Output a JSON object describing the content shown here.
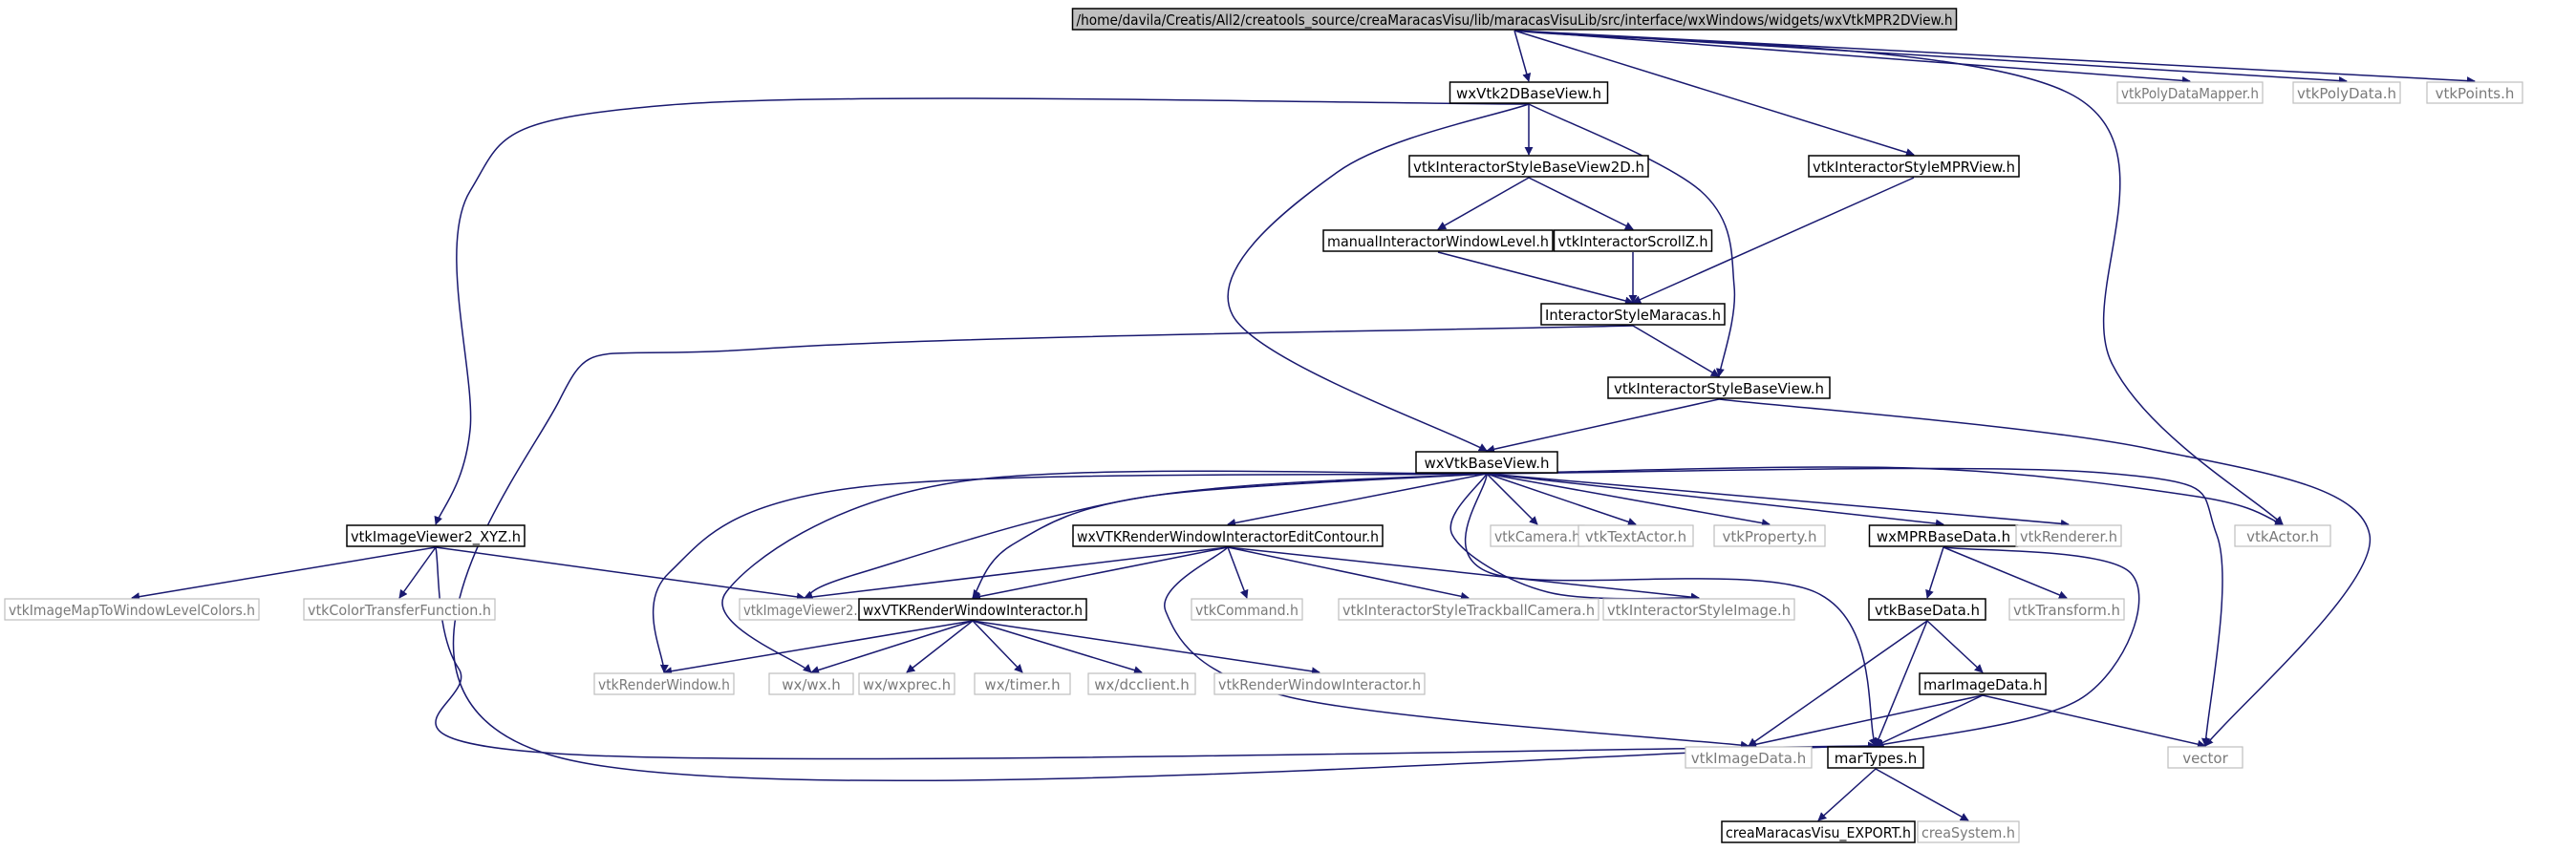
{
  "colors": {
    "edge": "#191970",
    "root_fill": "#bfbfbf",
    "ghost_border": "#bfbfbf",
    "ghost_text": "#7a7a7a"
  },
  "nodes": [
    {
      "id": "root",
      "label": "/home/davila/Creatis/All2/creatools_source/creaMaracasVisu/lib/maracasVisuLib/src/interface/wxWindows/widgets/wxVtkMPR2DView.h",
      "kind": "root"
    },
    {
      "id": "wxVtk2DBaseView",
      "label": "wxVtk2DBaseView.h",
      "kind": "solid"
    },
    {
      "id": "vtkPolyDataMapper",
      "label": "vtkPolyDataMapper.h",
      "kind": "ghost"
    },
    {
      "id": "vtkPolyData",
      "label": "vtkPolyData.h",
      "kind": "ghost"
    },
    {
      "id": "vtkPoints",
      "label": "vtkPoints.h",
      "kind": "ghost"
    },
    {
      "id": "vtkInteractorStyleBaseView2D",
      "label": "vtkInteractorStyleBaseView2D.h",
      "kind": "solid"
    },
    {
      "id": "vtkInteractorStyleMPRView",
      "label": "vtkInteractorStyleMPRView.h",
      "kind": "solid"
    },
    {
      "id": "manualInteractorWindowLevel",
      "label": "manualInteractorWindowLevel.h",
      "kind": "solid"
    },
    {
      "id": "vtkInteractorScrollZ",
      "label": "vtkInteractorScrollZ.h",
      "kind": "solid"
    },
    {
      "id": "InteractorStyleMaracas",
      "label": "InteractorStyleMaracas.h",
      "kind": "solid"
    },
    {
      "id": "vtkInteractorStyleBaseView",
      "label": "vtkInteractorStyleBaseView.h",
      "kind": "solid"
    },
    {
      "id": "wxVtkBaseView",
      "label": "wxVtkBaseView.h",
      "kind": "solid"
    },
    {
      "id": "vtkImageViewer2_XYZ",
      "label": "vtkImageViewer2_XYZ.h",
      "kind": "solid"
    },
    {
      "id": "wxVTKRenderWindowInteractorEditContour",
      "label": "wxVTKRenderWindowInteractorEditContour.h",
      "kind": "solid"
    },
    {
      "id": "vtkCamera",
      "label": "vtkCamera.h",
      "kind": "ghost"
    },
    {
      "id": "vtkTextActor",
      "label": "vtkTextActor.h",
      "kind": "ghost"
    },
    {
      "id": "vtkProperty",
      "label": "vtkProperty.h",
      "kind": "ghost"
    },
    {
      "id": "wxMPRBaseData",
      "label": "wxMPRBaseData.h",
      "kind": "solid"
    },
    {
      "id": "vtkRenderer",
      "label": "vtkRenderer.h",
      "kind": "ghost"
    },
    {
      "id": "vtkActor",
      "label": "vtkActor.h",
      "kind": "ghost"
    },
    {
      "id": "vtkImageMapToWindowLevelColors",
      "label": "vtkImageMapToWindowLevelColors.h",
      "kind": "ghost"
    },
    {
      "id": "vtkColorTransferFunction",
      "label": "vtkColorTransferFunction.h",
      "kind": "ghost"
    },
    {
      "id": "vtkImageViewer2",
      "label": "vtkImageViewer2.h",
      "kind": "ghost"
    },
    {
      "id": "wxVTKRenderWindowInteractor",
      "label": "wxVTKRenderWindowInteractor.h",
      "kind": "solid"
    },
    {
      "id": "vtkCommand",
      "label": "vtkCommand.h",
      "kind": "ghost"
    },
    {
      "id": "vtkInteractorStyleTrackballCamera",
      "label": "vtkInteractorStyleTrackballCamera.h",
      "kind": "ghost"
    },
    {
      "id": "vtkInteractorStyleImage",
      "label": "vtkInteractorStyleImage.h",
      "kind": "ghost"
    },
    {
      "id": "vtkBaseData",
      "label": "vtkBaseData.h",
      "kind": "solid"
    },
    {
      "id": "vtkTransform",
      "label": "vtkTransform.h",
      "kind": "ghost"
    },
    {
      "id": "vtkRenderWindow",
      "label": "vtkRenderWindow.h",
      "kind": "ghost"
    },
    {
      "id": "wxwx",
      "label": "wx/wx.h",
      "kind": "ghost"
    },
    {
      "id": "wxwxprec",
      "label": "wx/wxprec.h",
      "kind": "ghost"
    },
    {
      "id": "wxtimer",
      "label": "wx/timer.h",
      "kind": "ghost"
    },
    {
      "id": "wxdcclient",
      "label": "wx/dcclient.h",
      "kind": "ghost"
    },
    {
      "id": "vtkRenderWindowInteractor",
      "label": "vtkRenderWindowInteractor.h",
      "kind": "ghost"
    },
    {
      "id": "marImageData",
      "label": "marImageData.h",
      "kind": "solid"
    },
    {
      "id": "vtkImageData",
      "label": "vtkImageData.h",
      "kind": "ghost"
    },
    {
      "id": "marTypes",
      "label": "marTypes.h",
      "kind": "solid"
    },
    {
      "id": "vector",
      "label": "vector",
      "kind": "ghost"
    },
    {
      "id": "creaMaracasVisu_EXPORT",
      "label": "creaMaracasVisu_EXPORT.h",
      "kind": "solid"
    },
    {
      "id": "creaSystem",
      "label": "creaSystem.h",
      "kind": "ghost"
    }
  ],
  "edges": [
    [
      "root",
      "wxVtk2DBaseView"
    ],
    [
      "root",
      "vtkPolyDataMapper"
    ],
    [
      "root",
      "vtkPolyData"
    ],
    [
      "root",
      "vtkPoints"
    ],
    [
      "root",
      "vtkInteractorStyleMPRView"
    ],
    [
      "root",
      "vtkActor"
    ],
    [
      "wxVtk2DBaseView",
      "vtkInteractorStyleBaseView2D"
    ],
    [
      "wxVtk2DBaseView",
      "vtkImageViewer2_XYZ"
    ],
    [
      "wxVtk2DBaseView",
      "wxVtkBaseView"
    ],
    [
      "wxVtk2DBaseView",
      "vtkInteractorStyleBaseView"
    ],
    [
      "vtkInteractorStyleBaseView2D",
      "manualInteractorWindowLevel"
    ],
    [
      "vtkInteractorStyleBaseView2D",
      "vtkInteractorScrollZ"
    ],
    [
      "manualInteractorWindowLevel",
      "InteractorStyleMaracas"
    ],
    [
      "vtkInteractorScrollZ",
      "InteractorStyleMaracas"
    ],
    [
      "vtkInteractorStyleMPRView",
      "InteractorStyleMaracas"
    ],
    [
      "InteractorStyleMaracas",
      "vtkInteractorStyleBaseView"
    ],
    [
      "InteractorStyleMaracas",
      "marTypes"
    ],
    [
      "vtkInteractorStyleBaseView",
      "wxVtkBaseView"
    ],
    [
      "vtkInteractorStyleBaseView",
      "vector"
    ],
    [
      "wxVtkBaseView",
      "wxVTKRenderWindowInteractorEditContour"
    ],
    [
      "wxVtkBaseView",
      "vtkCamera"
    ],
    [
      "wxVtkBaseView",
      "vtkTextActor"
    ],
    [
      "wxVtkBaseView",
      "vtkProperty"
    ],
    [
      "wxVtkBaseView",
      "wxMPRBaseData"
    ],
    [
      "wxVtkBaseView",
      "vtkRenderer"
    ],
    [
      "wxVtkBaseView",
      "vtkActor"
    ],
    [
      "wxVtkBaseView",
      "vtkImageViewer2"
    ],
    [
      "wxVtkBaseView",
      "wxVTKRenderWindowInteractor"
    ],
    [
      "wxVtkBaseView",
      "vtkRenderWindow"
    ],
    [
      "wxVtkBaseView",
      "wxwx"
    ],
    [
      "wxVtkBaseView",
      "vtkInteractorStyleImage"
    ],
    [
      "wxVtkBaseView",
      "marTypes"
    ],
    [
      "wxVtkBaseView",
      "vector"
    ],
    [
      "vtkImageViewer2_XYZ",
      "vtkImageMapToWindowLevelColors"
    ],
    [
      "vtkImageViewer2_XYZ",
      "vtkColorTransferFunction"
    ],
    [
      "vtkImageViewer2_XYZ",
      "vtkImageViewer2"
    ],
    [
      "vtkImageViewer2_XYZ",
      "marTypes"
    ],
    [
      "wxVTKRenderWindowInteractorEditContour",
      "vtkImageViewer2"
    ],
    [
      "wxVTKRenderWindowInteractorEditContour",
      "wxVTKRenderWindowInteractor"
    ],
    [
      "wxVTKRenderWindowInteractorEditContour",
      "vtkCommand"
    ],
    [
      "wxVTKRenderWindowInteractorEditContour",
      "vtkInteractorStyleTrackballCamera"
    ],
    [
      "wxVTKRenderWindowInteractorEditContour",
      "vtkInteractorStyleImage"
    ],
    [
      "wxVTKRenderWindowInteractorEditContour",
      "vtkImageData"
    ],
    [
      "wxVTKRenderWindowInteractor",
      "vtkRenderWindow"
    ],
    [
      "wxVTKRenderWindowInteractor",
      "wxwx"
    ],
    [
      "wxVTKRenderWindowInteractor",
      "wxwxprec"
    ],
    [
      "wxVTKRenderWindowInteractor",
      "wxtimer"
    ],
    [
      "wxVTKRenderWindowInteractor",
      "wxdcclient"
    ],
    [
      "wxVTKRenderWindowInteractor",
      "vtkRenderWindowInteractor"
    ],
    [
      "wxMPRBaseData",
      "vtkBaseData"
    ],
    [
      "wxMPRBaseData",
      "vtkTransform"
    ],
    [
      "wxMPRBaseData",
      "marTypes"
    ],
    [
      "vtkBaseData",
      "marImageData"
    ],
    [
      "vtkBaseData",
      "vtkImageData"
    ],
    [
      "vtkBaseData",
      "marTypes"
    ],
    [
      "marImageData",
      "vtkImageData"
    ],
    [
      "marImageData",
      "marTypes"
    ],
    [
      "marImageData",
      "vector"
    ],
    [
      "marTypes",
      "creaMaracasVisu_EXPORT"
    ],
    [
      "marTypes",
      "creaSystem"
    ]
  ]
}
